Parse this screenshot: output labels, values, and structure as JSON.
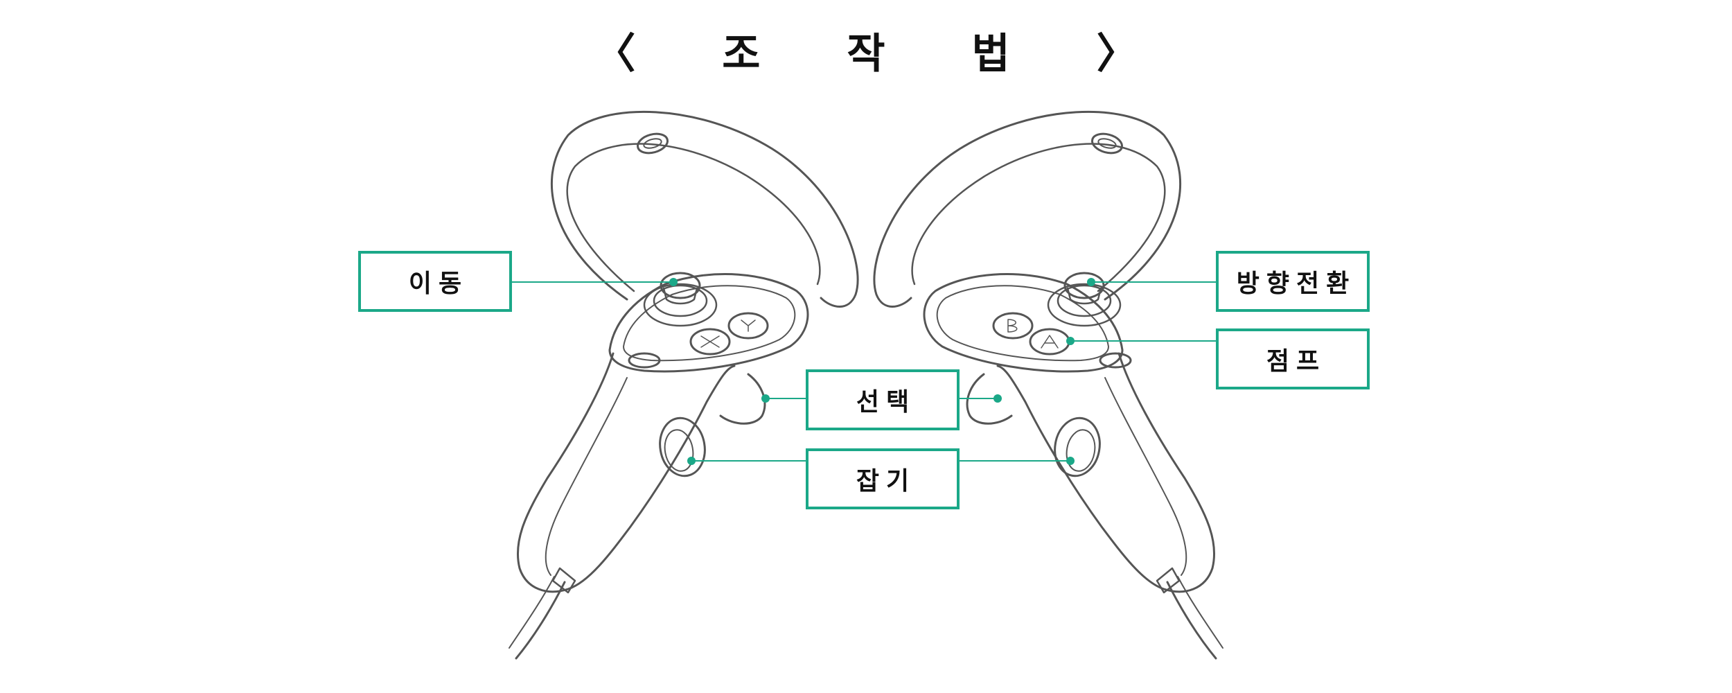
{
  "title": "〈 조 작 법 〉",
  "labels": {
    "move": "이동",
    "turn": "방향전환",
    "jump": "점프",
    "select": "선택",
    "grab": "잡기"
  },
  "colors": {
    "accent": "#1ba888",
    "outline": "#555555",
    "text": "#111111"
  }
}
